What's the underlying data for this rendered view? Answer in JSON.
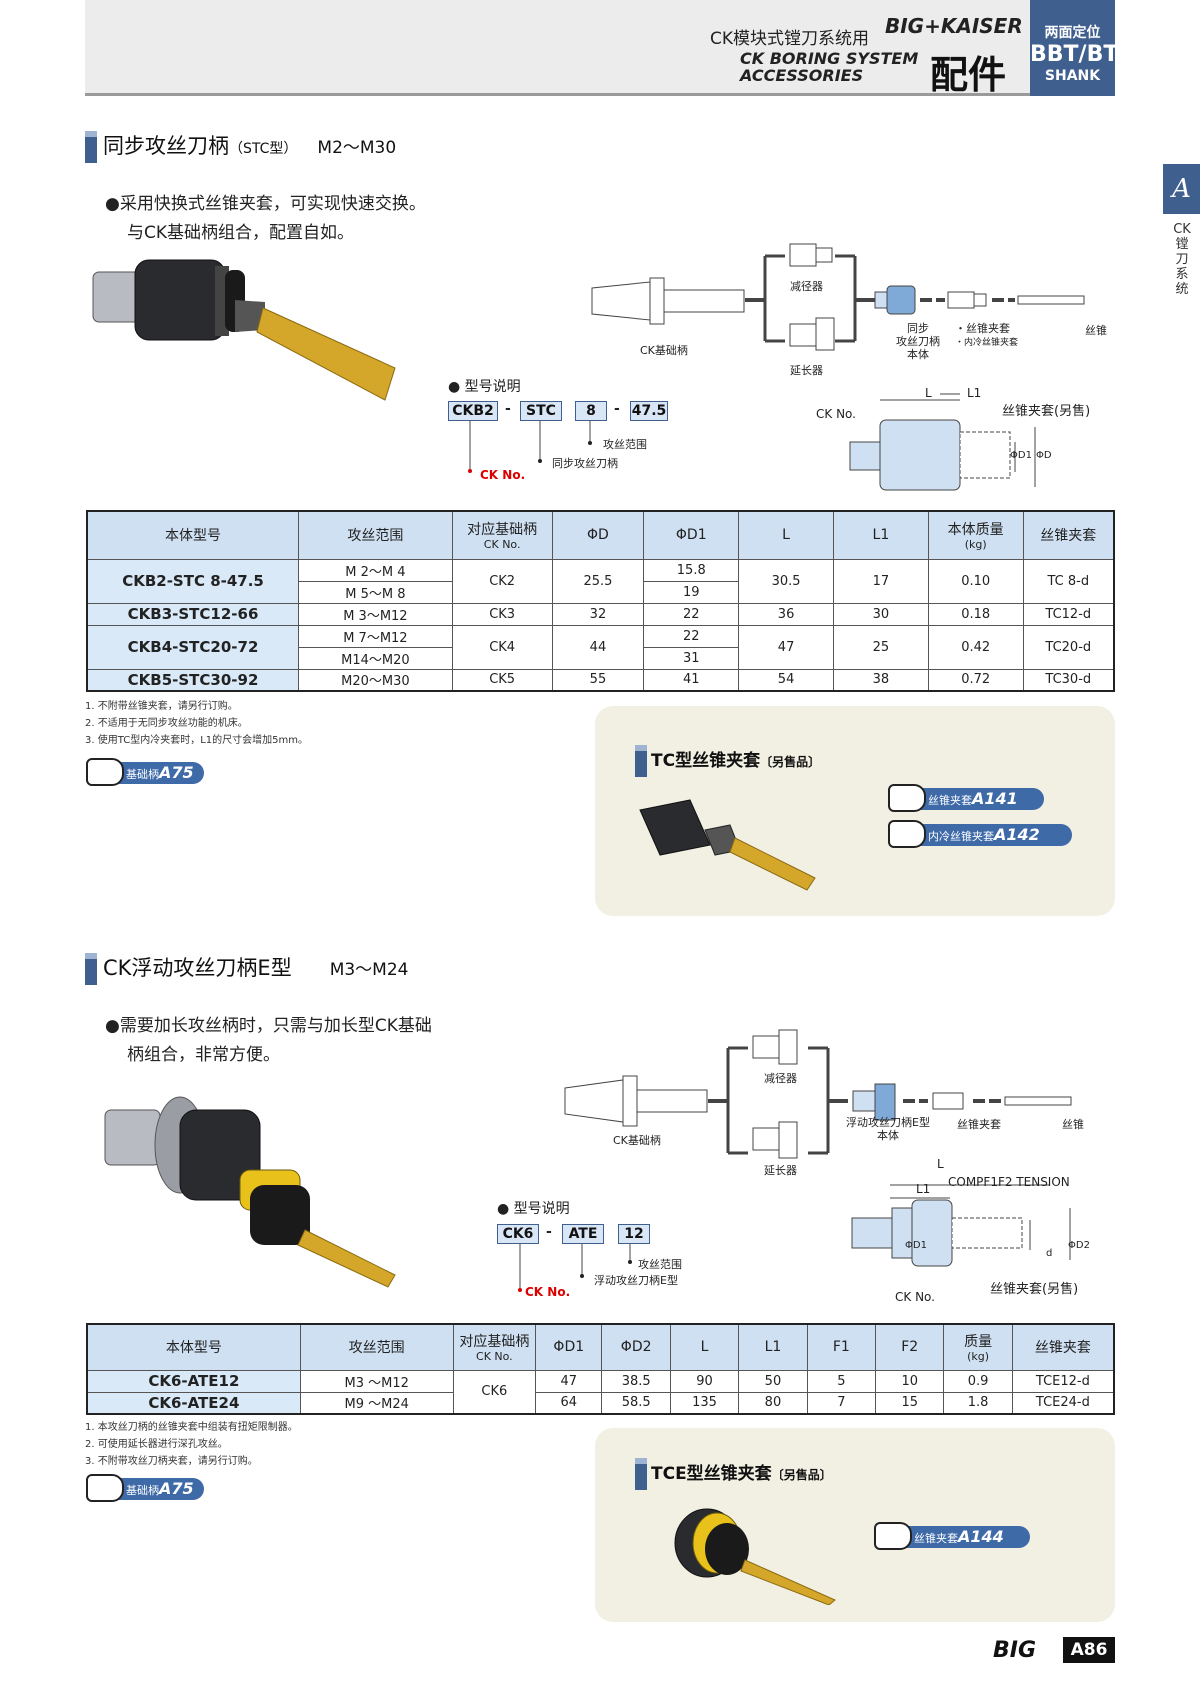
{
  "header": {
    "cn_title": "CK模块式镗刀系统用",
    "brand": "BIG+KAISER",
    "en_title_1": "CK BORING SYSTEM",
    "en_title_2": "ACCESSORIES",
    "accessories_cn": "配件",
    "box_line1": "两面定位",
    "box_line2": "BBT/BT",
    "box_line3": "SHANK"
  },
  "side": {
    "tab": "A",
    "text": "CK镗刀系统"
  },
  "section1": {
    "title": "同步攻丝刀柄",
    "title_small": "（STC型）",
    "range": "M2～M30",
    "bullet1": "●采用快换式丝锥夹套，可实现快速交换。",
    "bullet2": "与CK基础柄组合，配置自如。",
    "diagram": {
      "base": "CK基础柄",
      "reducer": "减径器",
      "extension": "延长器",
      "body_1": "同步",
      "body_2": "攻丝刀柄",
      "body_3": "本体",
      "collet_1": "・丝锥夹套",
      "collet_2": "・内冷丝锥夹套",
      "tap": "丝锥",
      "dim_L": "L",
      "dim_L1": "L1",
      "dim_ck": "CK No.",
      "dim_collet": "丝锥夹套(另售)",
      "dim_D1": "ΦD1",
      "dim_D": "ΦD"
    },
    "legend": {
      "title": "● 型号说明",
      "code1": "CKB2",
      "code2": "STC",
      "code3": "8",
      "code4": "47.5",
      "sep": "-",
      "lbl_range": "攻丝范围",
      "lbl_type": "同步攻丝刀柄",
      "lbl_ck": "CK No."
    },
    "table": {
      "headers": [
        "本体型号",
        "攻丝范围",
        "对应基础柄",
        "ΦD",
        "ΦD1",
        "L",
        "L1",
        "本体质量",
        "丝锥夹套"
      ],
      "header_sub": {
        "base": "CK No.",
        "mass": "(kg)"
      },
      "rows": [
        {
          "model": "CKB2-STC  8-47.5",
          "range": [
            "M 2～M 4",
            "M 5～M 8"
          ],
          "ck": "CK2",
          "D": "25.5",
          "D1": [
            "15.8",
            "19"
          ],
          "L": "30.5",
          "L1": "17",
          "mass": "0.10",
          "collet": "TC  8-d"
        },
        {
          "model": "CKB3-STC12-66",
          "range": [
            "M 3～M12"
          ],
          "ck": "CK3",
          "D": "32",
          "D1": [
            "22"
          ],
          "L": "36",
          "L1": "30",
          "mass": "0.18",
          "collet": "TC12-d"
        },
        {
          "model": "CKB4-STC20-72",
          "range": [
            "M 7～M12",
            "M14～M20"
          ],
          "ck": "CK4",
          "D": "44",
          "D1": [
            "22",
            "31"
          ],
          "L": "47",
          "L1": "25",
          "mass": "0.42",
          "collet": "TC20-d"
        },
        {
          "model": "CKB5-STC30-92",
          "range": [
            "M20～M30"
          ],
          "ck": "CK5",
          "D": "55",
          "D1": [
            "41"
          ],
          "L": "54",
          "L1": "38",
          "mass": "0.72",
          "collet": "TC30-d"
        }
      ]
    },
    "notes": [
      "1. 不附带丝锥夹套，请另行订购。",
      "2. 不适用于无同步攻丝功能的机床。",
      "3. 使用TC型内冷夹套时，L1的尺寸会增加5mm。"
    ],
    "ref": {
      "label": "基础柄",
      "page": "A75"
    },
    "panel": {
      "title": "TC型丝锥夹套",
      "title_small": "〔另售品〕",
      "ref1_label": "丝锥夹套",
      "ref1_page": "A141",
      "ref2_label": "内冷丝锥夹套",
      "ref2_page": "A142"
    }
  },
  "section2": {
    "title": "CK浮动攻丝刀柄E型",
    "range": "M3～M24",
    "bullet1": "●需要加长攻丝柄时，只需与加长型CK基础",
    "bullet2": "柄组合，非常方便。",
    "diagram": {
      "base": "CK基础柄",
      "reducer": "减径器",
      "extension": "延长器",
      "body_1": "浮动攻丝刀柄E型",
      "body_2": "本体",
      "collet": "丝锥夹套",
      "tap": "丝锥",
      "dim_L": "L",
      "dim_L1": "L1",
      "dim_comp": "COMPF1F2 TENSION",
      "dim_ck": "CK No.",
      "dim_collet": "丝锥夹套(另售)",
      "dim_d": "d",
      "dim_D1": "ΦD1",
      "dim_D2": "ΦD2"
    },
    "legend": {
      "title": "● 型号说明",
      "code1": "CK6",
      "code2": "ATE",
      "code3": "12",
      "sep": "-",
      "lbl_range": "攻丝范围",
      "lbl_type": "浮动攻丝刀柄E型",
      "lbl_ck": "CK No."
    },
    "table": {
      "headers": [
        "本体型号",
        "攻丝范围",
        "对应基础柄",
        "ΦD1",
        "ΦD2",
        "L",
        "L1",
        "F1",
        "F2",
        "质量",
        "丝锥夹套"
      ],
      "header_sub": {
        "base": "CK No.",
        "mass": "(kg)"
      },
      "rows": [
        {
          "model": "CK6-ATE12",
          "range": "M3 ～M12",
          "ck": "CK6",
          "D1": "47",
          "D2": "38.5",
          "L": "90",
          "L1": "50",
          "F1": "5",
          "F2": "10",
          "mass": "0.9",
          "collet": "TCE12-d"
        },
        {
          "model": "CK6-ATE24",
          "range": "M9 ～M24",
          "ck": "CK6",
          "D1": "64",
          "D2": "58.5",
          "L": "135",
          "L1": "80",
          "F1": "7",
          "F2": "15",
          "mass": "1.8",
          "collet": "TCE24-d"
        }
      ]
    },
    "notes": [
      "1. 本攻丝刀柄的丝锥夹套中组装有扭矩限制器。",
      "2. 可使用延长器进行深孔攻丝。",
      "3. 不附带攻丝刀柄夹套，请另行订购。"
    ],
    "ref": {
      "label": "基础柄",
      "page": "A75"
    },
    "panel": {
      "title": "TCE型丝锥夹套",
      "title_small": "〔另售品〕",
      "ref1_label": "丝锥夹套",
      "ref1_page": "A144"
    }
  },
  "footer": {
    "logo": "BIG",
    "page": "A86"
  },
  "colors": {
    "accent": "#3f5f8f",
    "table_header": "#cfe0f3",
    "panel_bg": "#f2efe3",
    "button": "#3f6aa8",
    "gold": "#d4a62a"
  },
  "icons": [
    "hand-pointer-icon",
    "tool-holder-image",
    "tap-collet-image"
  ]
}
